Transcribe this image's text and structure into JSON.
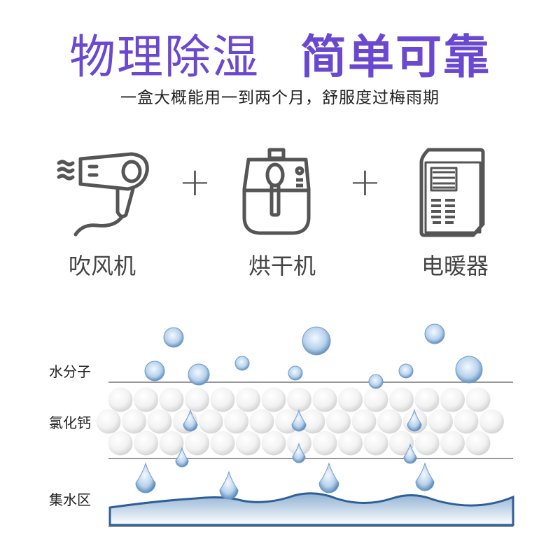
{
  "title": {
    "part1": "物理除湿",
    "part2": "简单可靠"
  },
  "subtitle": "一盒大概能用一到两个月，舒服度过梅雨期",
  "comparison": {
    "items": [
      {
        "label": "吹风机",
        "icon": "hair-dryer-icon"
      },
      {
        "label": "烘干机",
        "icon": "air-fryer-dryer-icon"
      },
      {
        "label": "电暖器",
        "icon": "electric-heater-icon"
      }
    ],
    "separator": "+"
  },
  "diagram": {
    "layers": [
      "水分子",
      "氯化钙",
      "集水区"
    ]
  },
  "colors": {
    "title": "#6a48cf",
    "icon_stroke": "#555555",
    "water": "#7aa6d6"
  }
}
